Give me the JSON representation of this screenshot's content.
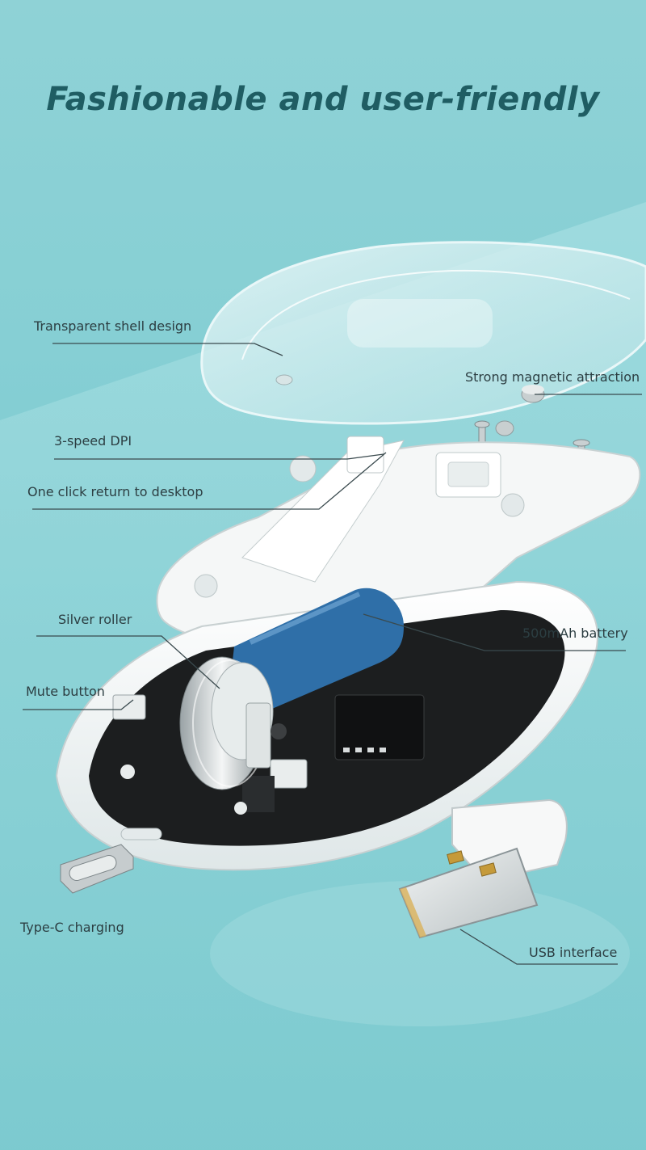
{
  "headline": "Fashionable and user-friendly",
  "callouts": {
    "transparent_shell": "Transparent shell design",
    "magnetic": "Strong magnetic attraction",
    "dpi": "3-speed DPI",
    "desktop": "One click return to desktop",
    "roller": "Silver roller",
    "battery": "500mAh battery",
    "mute": "Mute button",
    "typec": "Type-C charging",
    "usb": "USB interface"
  },
  "colors": {
    "background": "#86cfd4",
    "title": "#1f5d63",
    "label_text": "#2c3e42",
    "leader_line": "#3a4a4e",
    "battery_blue": "#2f6fa8"
  }
}
